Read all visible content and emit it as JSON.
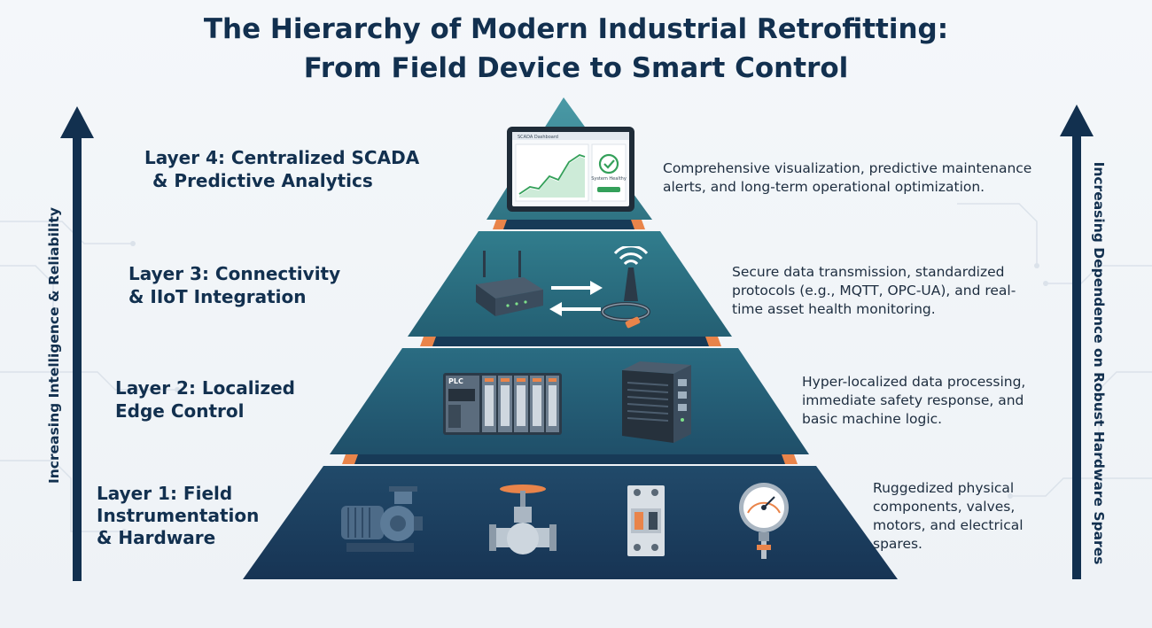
{
  "title": {
    "line1": "The Hierarchy of Modern Industrial Retrofitting:",
    "line2": "From Field Device to Smart Control"
  },
  "axes": {
    "left": "Increasing Intelligence & Reliability",
    "right": "Increasing Dependence on Robust Hardware Spares"
  },
  "layers": [
    {
      "label_lines": [
        "Layer 4: Centralized SCADA",
        "& Predictive Analytics"
      ],
      "desc_lines": [
        "Comprehensive visualization, predictive maintenance",
        "alerts, and long-term operational optimization."
      ],
      "icons": [
        "scada-tablet-icon"
      ],
      "screen": {
        "window_title": "SCADA Dashboard",
        "status": "System Healthy"
      },
      "color": "#2f7383"
    },
    {
      "label_lines": [
        "Layer 3: Connectivity",
        "& IIoT Integration"
      ],
      "desc_lines": [
        "Secure data transmission, standardized",
        "protocols (e.g., MQTT, OPC-UA), and real-",
        "time asset health monitoring."
      ],
      "icons": [
        "gateway-router-icon",
        "data-exchange-arrows-icon",
        "wireless-antenna-icon"
      ],
      "color": "#2a6a7c"
    },
    {
      "label_lines": [
        "Layer 2: Localized",
        "Edge Control"
      ],
      "desc_lines": [
        "Hyper-localized data processing,",
        "immediate safety response, and",
        "basic machine logic."
      ],
      "icons": [
        "plc-rack-icon",
        "edge-controller-icon"
      ],
      "plc_text": "PLC",
      "color": "#225a74"
    },
    {
      "label_lines": [
        "Layer 1: Field",
        "Instrumentation",
        "& Hardware"
      ],
      "desc_lines": [
        "Ruggedized physical",
        "components, valves,",
        "motors, and electrical",
        "spares."
      ],
      "icons": [
        "motor-pump-icon",
        "gate-valve-icon",
        "circuit-breaker-icon",
        "pressure-gauge-icon"
      ],
      "color": "#1b3d5e"
    }
  ],
  "colors": {
    "accent_orange": "#e9844a",
    "navy": "#12304f",
    "teal_top": "#3b8c99"
  }
}
